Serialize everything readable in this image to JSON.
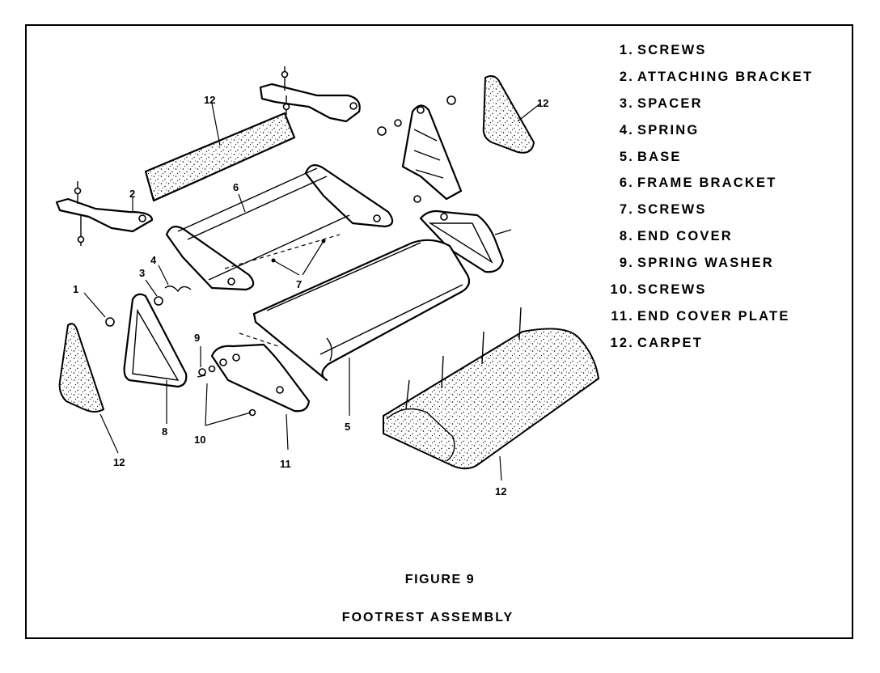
{
  "figure": {
    "label": "FIGURE 9",
    "title": "FOOTREST ASSEMBLY"
  },
  "legend": [
    {
      "num": "1.",
      "name": "SCREWS"
    },
    {
      "num": "2.",
      "name": "ATTACHING BRACKET"
    },
    {
      "num": "3.",
      "name": "SPACER"
    },
    {
      "num": "4.",
      "name": "SPRING"
    },
    {
      "num": "5.",
      "name": "BASE"
    },
    {
      "num": "6.",
      "name": "FRAME BRACKET"
    },
    {
      "num": "7.",
      "name": "SCREWS"
    },
    {
      "num": "8.",
      "name": "END COVER"
    },
    {
      "num": "9.",
      "name": "SPRING WASHER"
    },
    {
      "num": "10.",
      "name": "SCREWS"
    },
    {
      "num": "11.",
      "name": "END COVER PLATE"
    },
    {
      "num": "12.",
      "name": "CARPET"
    }
  ],
  "callouts": {
    "c1": "1",
    "c2": "2",
    "c3": "3",
    "c4": "4",
    "c5": "5",
    "c6": "6",
    "c7": "7",
    "c8": "8",
    "c9": "9",
    "c10": "10",
    "c11": "11",
    "c12_top": "12",
    "c12_right": "12",
    "c12_left": "12",
    "c12_bottom": "12"
  }
}
